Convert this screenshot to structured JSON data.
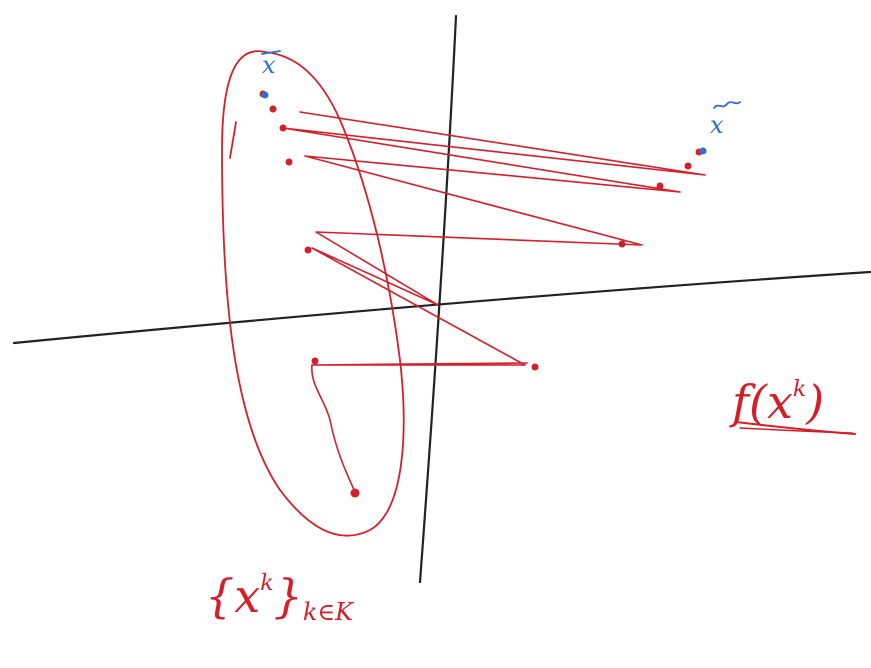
{
  "colors": {
    "axis_ink": "#222222",
    "red_ink": "#d41f2b",
    "blue_ink": "#2f6fd8",
    "background": "#ffffff"
  },
  "labels": {
    "x_bar": "x",
    "x_tilde": "x",
    "f_of_xk": "f(x",
    "f_of_xk_sup": "k",
    "f_of_xk_close": ")",
    "sequence_open": "{x",
    "sequence_sup": "k",
    "sequence_close": "}",
    "sequence_sub": "k∈K"
  }
}
